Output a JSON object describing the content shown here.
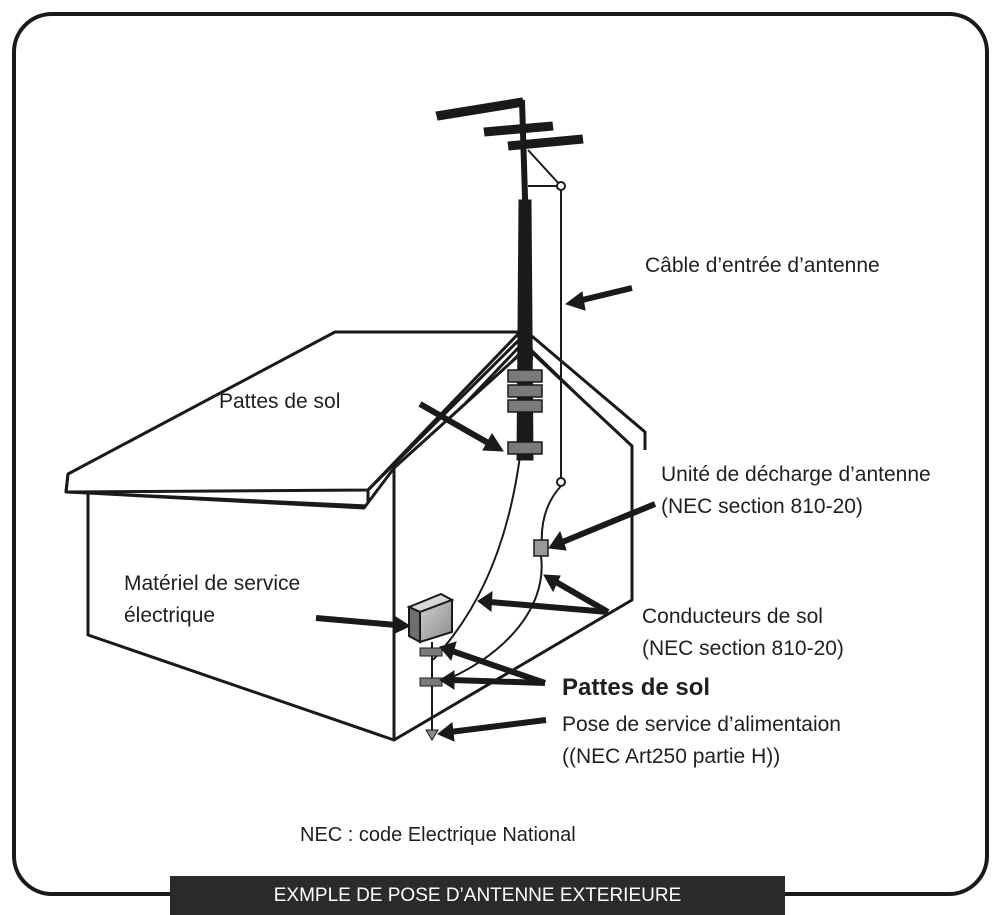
{
  "labels": {
    "cable_entree": "Câble d’entrée d’antenne",
    "pattes_sol_top": "Pattes de sol",
    "unite_decharge": {
      "line1": "Unité de décharge d’antenne",
      "line2": "(NEC section 810-20)"
    },
    "materiel_service": {
      "line1": "Matériel de service",
      "line2": "électrique"
    },
    "conducteurs_sol": {
      "line1": "Conducteurs de sol",
      "line2": "(NEC section 810-20)"
    },
    "pattes_sol_bold": "Pattes de sol",
    "pose_service": {
      "line1": "Pose de service d’alimentaion",
      "line2": "((NEC Art250 partie H))"
    }
  },
  "footer": {
    "note": "NEC : code Electrique National",
    "banner": "EXMPLE DE POSE D’ANTENNE EXTERIEURE"
  },
  "colors": {
    "line": "#1a1a1a",
    "banner_bg": "#2b2b2b",
    "banner_text": "#ffffff",
    "bracket": "#7a7a7a",
    "box": "#9a9a9a"
  }
}
